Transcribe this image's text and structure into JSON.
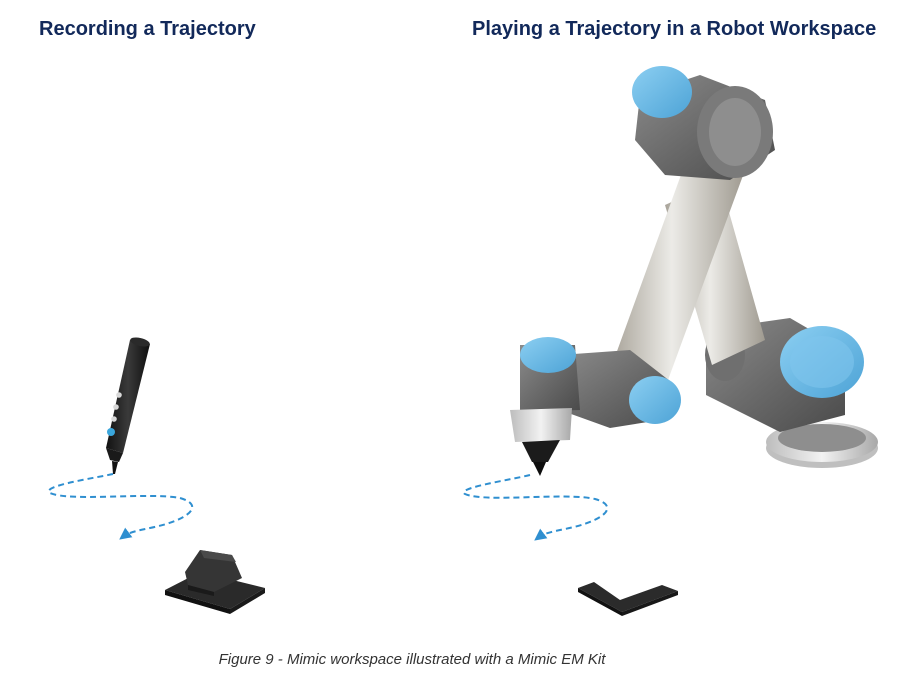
{
  "headings": {
    "left": "Recording a Trajectory",
    "right": "Playing a Trajectory in a Robot Workspace"
  },
  "caption": "Figure 9 - Mimic workspace illustrated with a Mimic EM Kit",
  "colors": {
    "heading": "#12295a",
    "trajectory": "#2f8fd0",
    "robot_accent": "#6bb8e6",
    "robot_body": "#6c6c6c",
    "device_black": "#222222"
  },
  "icons": {
    "recorder_pen": "stylus-recorder-icon",
    "sensor_base": "sensor-hub-icon",
    "robot_arm": "robot-arm-icon",
    "base_bracket": "l-bracket-icon"
  }
}
